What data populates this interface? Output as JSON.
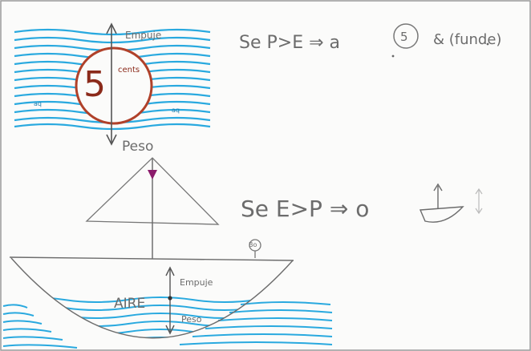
{
  "top_figure": {
    "force_up_label": "Empuje",
    "force_down_label": "Peso",
    "ball_number": "5",
    "ball_unit": "cents",
    "water_left_label": "aq",
    "water_right_label": "aq"
  },
  "note_sinks": {
    "text": "Se P>E ⇒ a",
    "circled": "5",
    "tail": "& (funde)"
  },
  "note_floats": {
    "text": "Se E>P ⇒ o"
  },
  "boat": {
    "air_label": "AIRE",
    "force_up_label": "Empuje",
    "force_down_label": "Peso",
    "figure_label": "Bo"
  },
  "colors": {
    "water": "#29a9df",
    "ink": "#6c6c6c",
    "ball": "#b0412a",
    "flag": "#8b1b6b"
  }
}
